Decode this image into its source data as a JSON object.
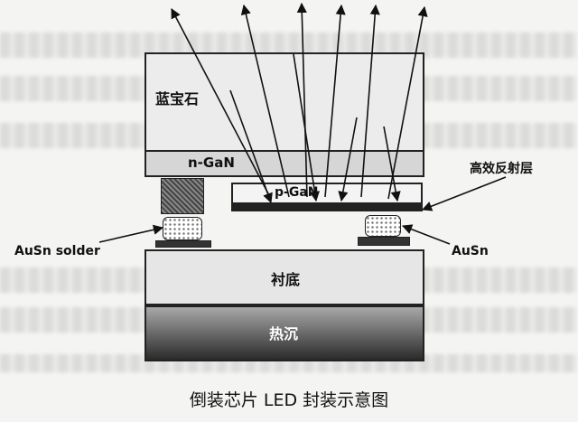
{
  "diagram": {
    "caption": "倒装芯片 LED 封装示意图",
    "layers": {
      "sapphire": "蓝宝石",
      "n_gan": "n-GaN",
      "p_gan": "p-GaN",
      "substrate": "衬底",
      "heatsink": "热沉"
    },
    "callouts": {
      "reflector": "高效反射层",
      "solder_left": "AuSn solder",
      "solder_right": "AuSn"
    }
  },
  "colors": {
    "line": "#111111",
    "sapphire": "#ececec",
    "ngan": "#d6d6d6",
    "substrate": "#e6e6e6",
    "heatsink_top": "#a8a8a8",
    "heatsink_bottom": "#2a2a2a"
  }
}
